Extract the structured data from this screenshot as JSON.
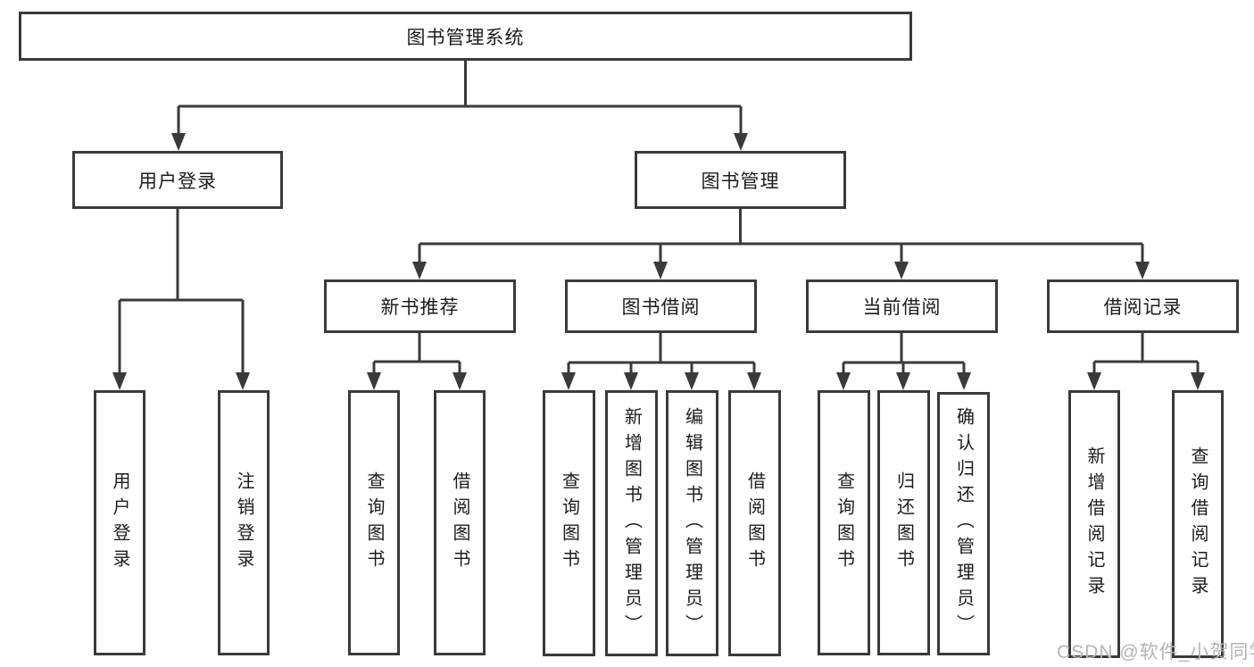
{
  "diagram": {
    "root": {
      "label": "图书管理系统"
    },
    "branches": [
      {
        "label": "用户登录",
        "leaves": [
          {
            "label": "用户登录"
          },
          {
            "label": "注销登录"
          }
        ]
      },
      {
        "label": "图书管理",
        "groups": [
          {
            "label": "新书推荐",
            "leaves": [
              {
                "label": "查询图书"
              },
              {
                "label": "借阅图书"
              }
            ]
          },
          {
            "label": "图书借阅",
            "leaves": [
              {
                "label": "查询图书"
              },
              {
                "label": "新增图书（管理员）"
              },
              {
                "label": "编辑图书（管理员）"
              },
              {
                "label": "借阅图书"
              }
            ]
          },
          {
            "label": "当前借阅",
            "leaves": [
              {
                "label": "查询图书"
              },
              {
                "label": "归还图书"
              },
              {
                "label": "确认归还（管理员）"
              }
            ]
          },
          {
            "label": "借阅记录",
            "leaves": [
              {
                "label": "新增借阅记录"
              },
              {
                "label": "查询借阅记录"
              }
            ]
          }
        ]
      }
    ]
  },
  "watermark": {
    "text": "CSDN @软件_小贺同学"
  },
  "colors": {
    "line": "#3a3a3a",
    "text": "#1c1c1c",
    "background": "#ffffff",
    "watermark_text": "#b5b5b5"
  }
}
